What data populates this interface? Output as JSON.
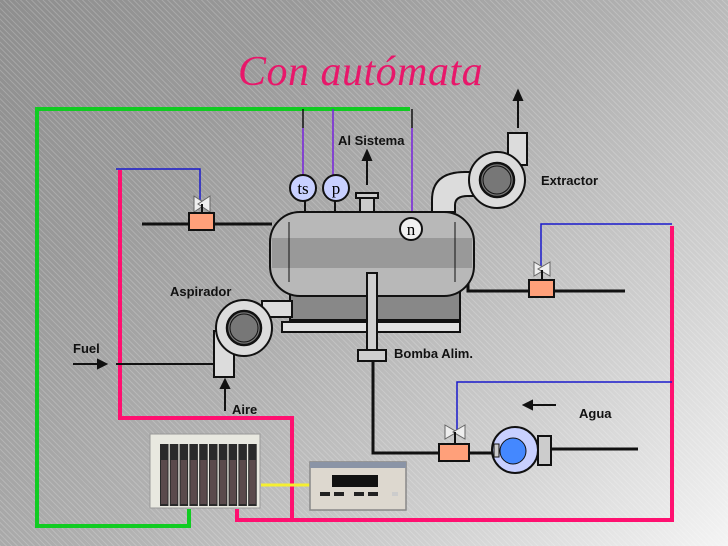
{
  "title": "Con autómata",
  "labels": {
    "al_sistema": "Al Sistema",
    "extractor": "Extractor",
    "aspirador": "Aspirador",
    "fuel": "Fuel",
    "bomba_alim": "Bomba Alim.",
    "aire": "Aire",
    "agua": "Agua"
  },
  "gauges": {
    "ts": "ts",
    "p": "p",
    "n": "n"
  },
  "colors": {
    "title": "#e8176a",
    "power_line": "#ff1070",
    "bus_line": "#11cc22",
    "signal_line": "#1a1acc",
    "hmi_link": "#f5ef30",
    "valve_actuator": "#ffa07a",
    "pump_fill": "#4488ff"
  }
}
